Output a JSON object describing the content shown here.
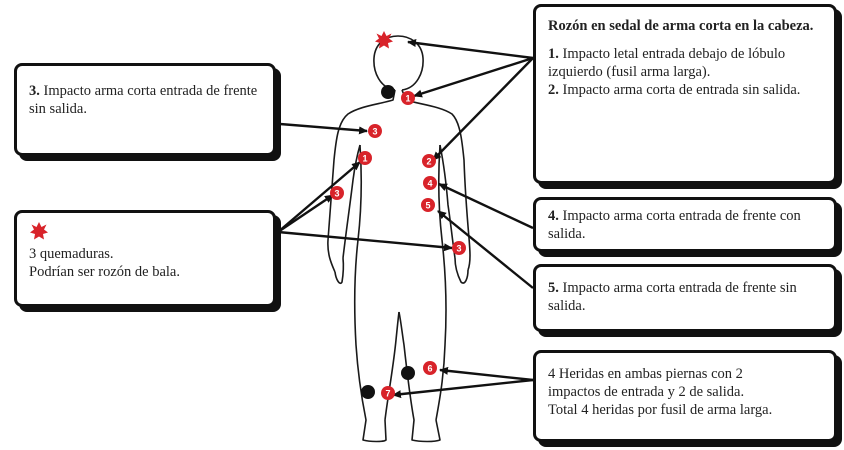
{
  "boxes": {
    "head": {
      "title": "Rozón en sedal de arma corta en la cabeza.",
      "item1_num": "1.",
      "item1_text": "Impacto letal entrada debajo de lóbulo izquierdo (fusil arma larga).",
      "item2_num": "2.",
      "item2_text": "Impacto arma corta de entrada sin salida."
    },
    "chest": {
      "num": "3.",
      "text": "Impacto arma corta entrada de frente sin salida."
    },
    "burns": {
      "line1": "3 quemaduras.",
      "line2": "Podrían ser rozón de bala."
    },
    "arm4": {
      "num": "4.",
      "text": "Impacto arma corta entrada de frente con salida."
    },
    "arm5": {
      "num": "5.",
      "text": "Impacto arma corta entrada de frente sin salida."
    },
    "legs": {
      "line1": "4 Heridas en ambas piernas con 2",
      "line2": "impactos de entrada y 2 de salida.",
      "line3": "Total 4 heridas por fusil de arma larga."
    }
  },
  "markers": {
    "m1_neck": "1",
    "m3_chest": "3",
    "m1_arm": "1",
    "m2_arm": "2",
    "m3_arm_left": "3",
    "m4_arm": "4",
    "m5_arm": "5",
    "m3_hand": "3",
    "m6_leg": "6",
    "m7_leg": "7"
  },
  "colors": {
    "wound_red": "#d8232a",
    "exit_black": "#111111",
    "outline": "#1a1a1a"
  },
  "icons": {
    "burn_marker": "red-star-burst-icon"
  }
}
